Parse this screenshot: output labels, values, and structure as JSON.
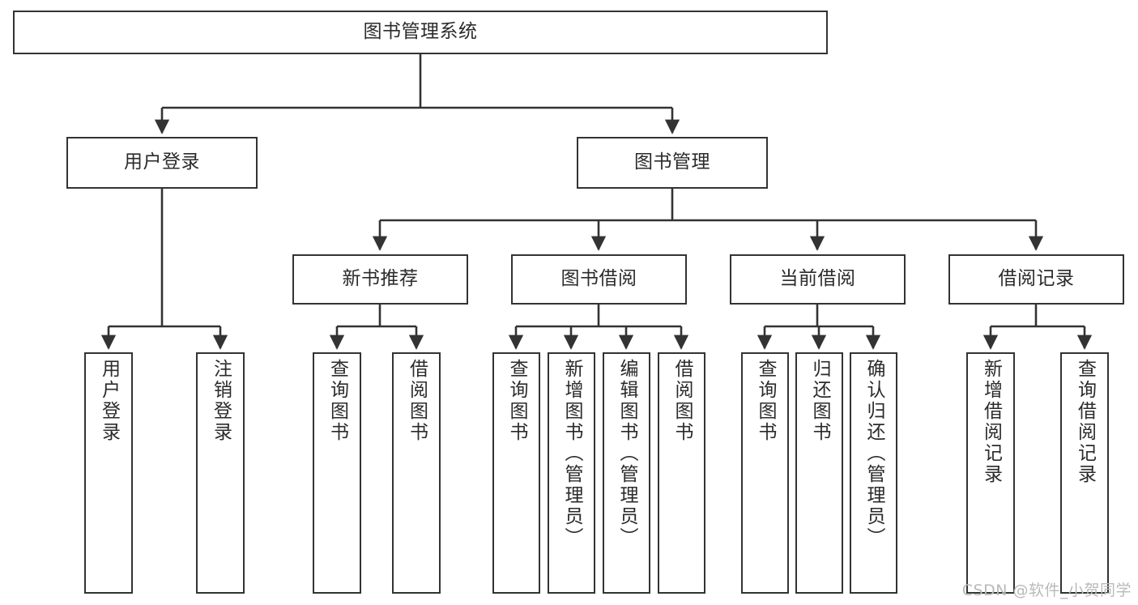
{
  "diagram": {
    "title": "图书管理系统",
    "type": "tree-hierarchy",
    "watermark": "CSDN @软件_小贺同学",
    "colors": {
      "stroke": "#333333",
      "fill": "#ffffff",
      "text": "#2b2b2b",
      "watermark": "#b9b9b9"
    },
    "nodes": {
      "root": "图书管理系统",
      "level2": [
        "用户登录",
        "图书管理"
      ],
      "level3": [
        "新书推荐",
        "图书借阅",
        "当前借阅",
        "借阅记录"
      ],
      "leaves": {
        "user_login": [
          "用户登录",
          "注销登录"
        ],
        "new_book_recommend": [
          "查询图书",
          "借阅图书"
        ],
        "book_borrow": [
          "查询图书",
          "新增图书（管理员）",
          "编辑图书（管理员）",
          "借阅图书"
        ],
        "current_borrow": [
          "查询图书",
          "归还图书",
          "确认归还（管理员）"
        ],
        "borrow_record": [
          "新增借阅记录",
          "查询借阅记录"
        ]
      }
    }
  }
}
